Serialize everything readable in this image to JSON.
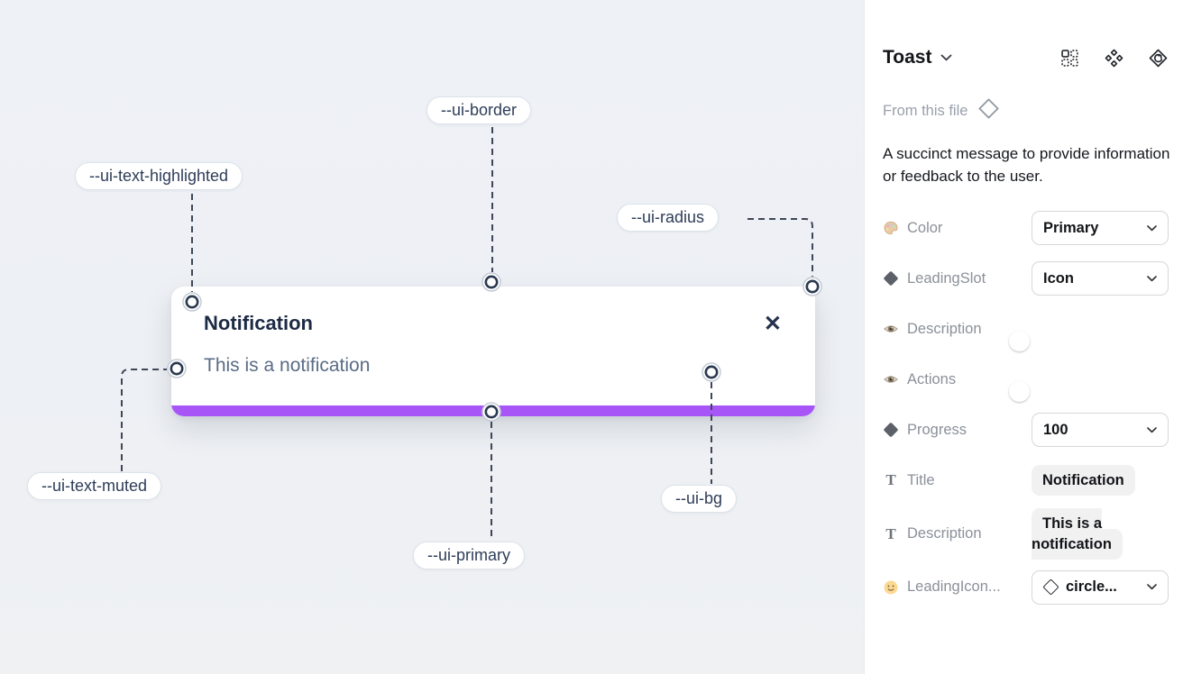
{
  "canvas": {
    "toast": {
      "title": "Notification",
      "description": "This is a notification",
      "close_glyph": "✕",
      "progress_color": "#a855f7"
    },
    "labels": {
      "text_highlighted": "--ui-text-highlighted",
      "border": "--ui-border",
      "radius": "--ui-radius",
      "text_muted": "--ui-text-muted",
      "primary": "--ui-primary",
      "bg": "--ui-bg"
    }
  },
  "panel": {
    "header": {
      "title": "Toast",
      "icons": [
        "instance-grid-icon",
        "component-icon",
        "swap-instance-icon"
      ]
    },
    "source": {
      "label": "From this file",
      "icon": "diamond-outline-icon"
    },
    "description": "A succinct message to provide information or feedback to the user.",
    "colors": {
      "toggle_on": "#1e9bf0"
    },
    "properties": [
      {
        "icon": "palette-icon",
        "label": "Color",
        "control": "select",
        "value": "Primary"
      },
      {
        "icon": "diamond-icon",
        "label": "LeadingSlot",
        "control": "select",
        "value": "Icon"
      },
      {
        "icon": "eye-icon",
        "label": "Description",
        "control": "toggle",
        "value": "on"
      },
      {
        "icon": "eye-icon",
        "label": "Actions",
        "control": "toggle",
        "value": "on"
      },
      {
        "icon": "diamond-icon",
        "label": "Progress",
        "control": "select",
        "value": "100"
      },
      {
        "icon": "text-icon",
        "label": "Title",
        "control": "text",
        "value": "Notification"
      },
      {
        "icon": "text-icon",
        "label": "Description",
        "control": "text",
        "value": "This is a notification"
      },
      {
        "icon": "smiley-icon",
        "label": "LeadingIcon...",
        "control": "select-icon",
        "value": "circle..."
      }
    ]
  }
}
